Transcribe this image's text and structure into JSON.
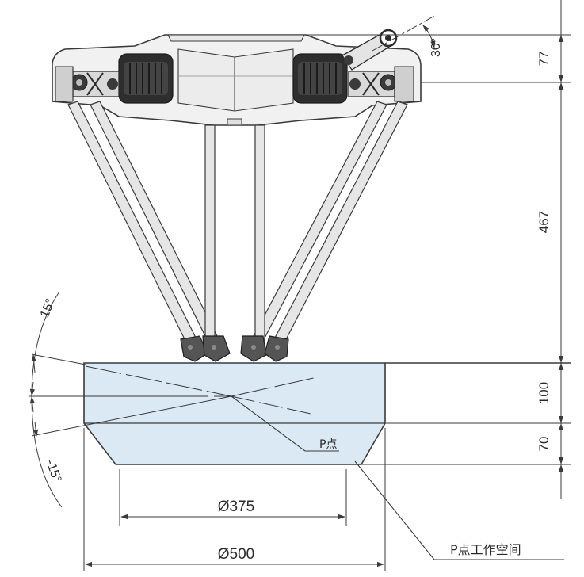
{
  "dimensions": {
    "top_height": "77",
    "arm_height": "467",
    "workspace_upper_height": "100",
    "workspace_lower_height": "70",
    "inner_diameter": "Ø375",
    "outer_diameter": "Ø500"
  },
  "angles": {
    "top_tilt": "30°",
    "upper_tilt": "15°",
    "lower_tilt": "-15°"
  },
  "labels": {
    "p_point": "P点",
    "p_workspace": "P点工作空间"
  },
  "colors": {
    "workspace_fill": "#dbe9f5",
    "line": "#3a3a3a",
    "body_fill": "#f1f1f1",
    "arm_fill": "#e6e6e6",
    "dark": "#2b2b2b"
  }
}
